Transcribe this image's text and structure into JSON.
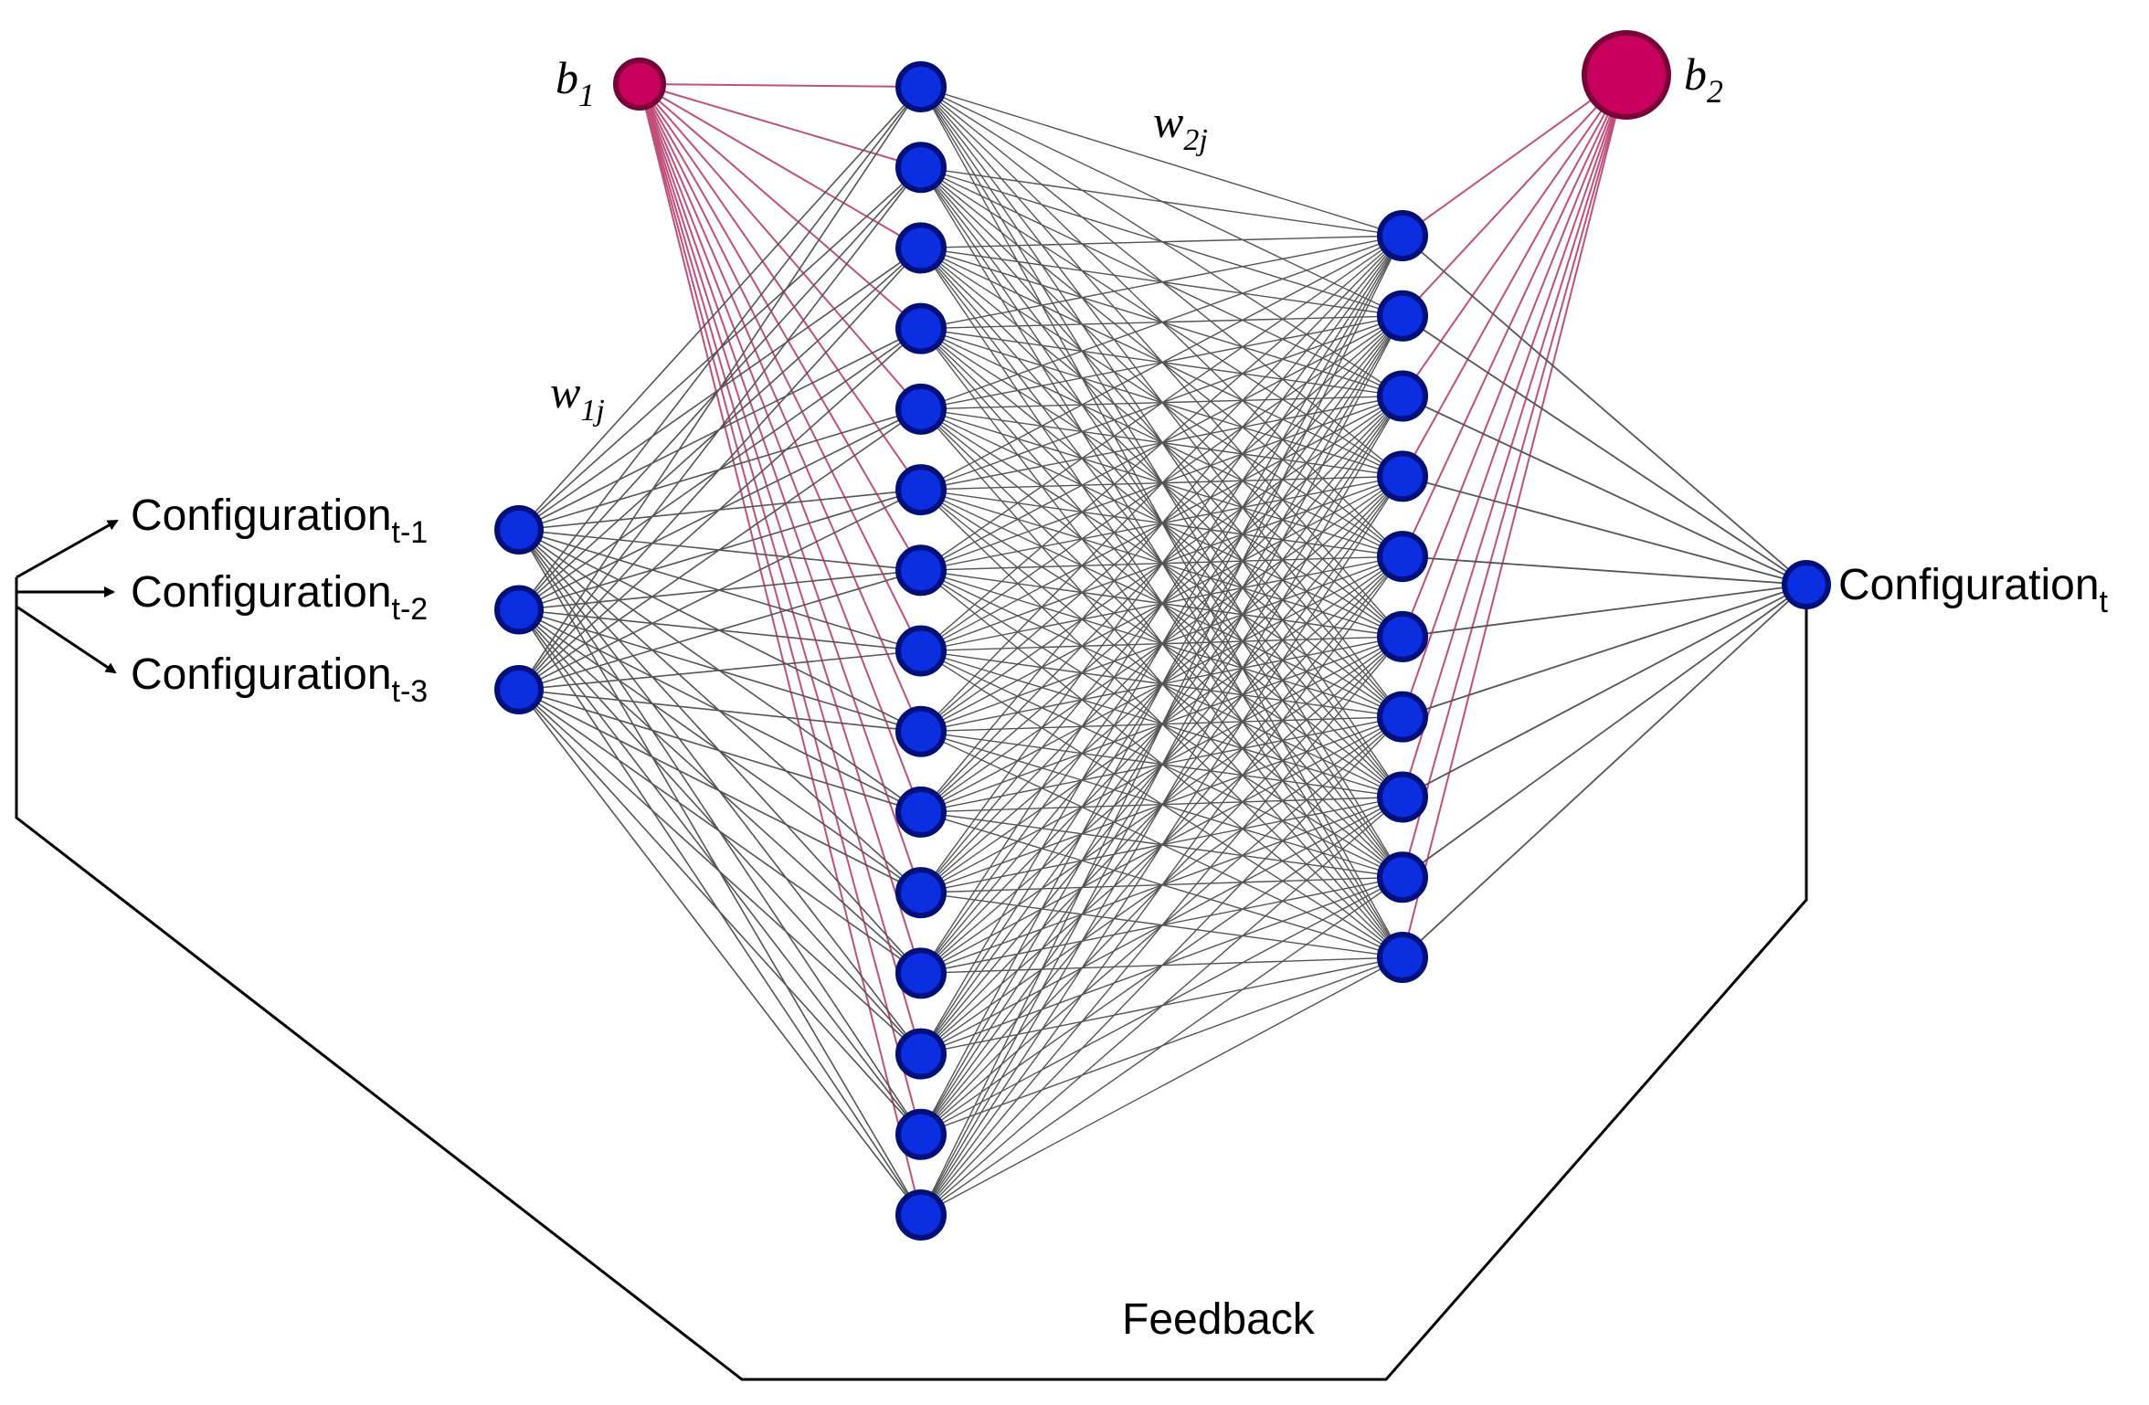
{
  "diagram": {
    "inputs": [
      {
        "main": "Configuration",
        "sub": "t-1"
      },
      {
        "main": "Configuration",
        "sub": "t-2"
      },
      {
        "main": "Configuration",
        "sub": "t-3"
      }
    ],
    "output": {
      "main": "Configuration",
      "sub": "t"
    },
    "bias1": {
      "main": "b",
      "sub": "1"
    },
    "bias2": {
      "main": "b",
      "sub": "2"
    },
    "weight1": {
      "main": "w",
      "sub": "1j"
    },
    "weight2": {
      "main": "w",
      "sub": "2j"
    },
    "feedback_label": "Feedback",
    "layers": {
      "input_nodes": 3,
      "hidden1_nodes": 15,
      "hidden2_nodes": 10,
      "output_nodes": 1
    },
    "colors": {
      "node_fill": "#0a2ee0",
      "node_stroke": "#00107a",
      "bias_fill": "#c8005e",
      "bias_stroke": "#7a0038",
      "bias_edge": "#c0507a",
      "weight_edge": "#555555",
      "feedback_line": "#000000"
    }
  }
}
